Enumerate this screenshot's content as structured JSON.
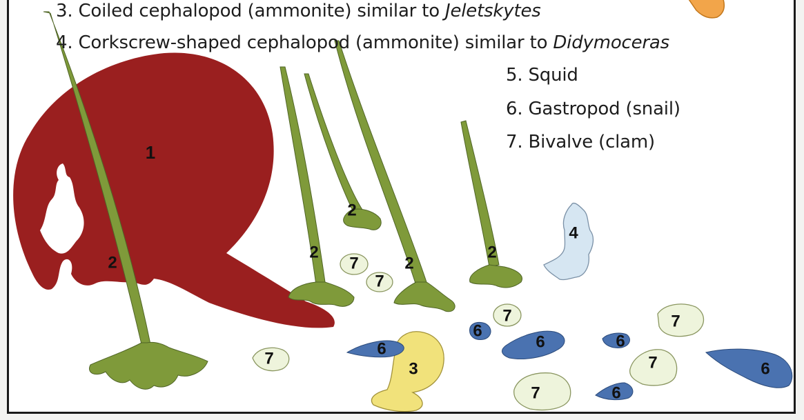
{
  "legend": {
    "item3": {
      "text": "3. Coiled cephalopod (ammonite) similar to ",
      "genus": "Jeletskytes"
    },
    "item4": {
      "text": "4. Corkscrew-shaped cephalopod (ammonite) similar to ",
      "genus": "Didymoceras"
    },
    "item5": {
      "text": "5. Squid"
    },
    "item6": {
      "text": "6. Gastropod (snail)"
    },
    "item7": {
      "text": "7. Bivalve (clam)"
    }
  },
  "organisms": {
    "mound": "1",
    "tube_worm": "2",
    "ammonite_coiled": "3",
    "ammonite_corkscrew": "4",
    "gastropod": "6",
    "bivalve": "7"
  },
  "colors": {
    "mound": "#9a1f1f",
    "tube_worm": "#7f9a3a",
    "ammonite_coiled": "#f1e27b",
    "ammonite_corkscrew": "#d6e6f2",
    "gastropod": "#4a72b0",
    "bivalve": "#eef4dc",
    "squid_fragment": "#f2a54a"
  }
}
